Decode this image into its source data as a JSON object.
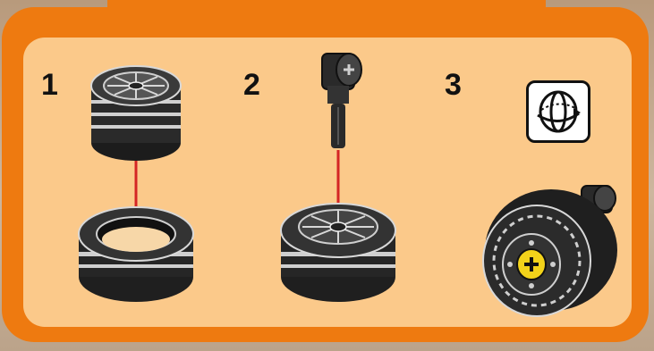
{
  "steps": [
    {
      "number": "1"
    },
    {
      "number": "2"
    },
    {
      "number": "3"
    }
  ],
  "icons": {
    "rotate": "rotate-model-icon"
  },
  "colors": {
    "frame": "#ee7a10",
    "panel": "#fbc98a",
    "arrow": "#d42525",
    "hub_highlight": "#f2d21a",
    "part_dark": "#2b2b2b",
    "part_light": "#d9d9d9"
  }
}
